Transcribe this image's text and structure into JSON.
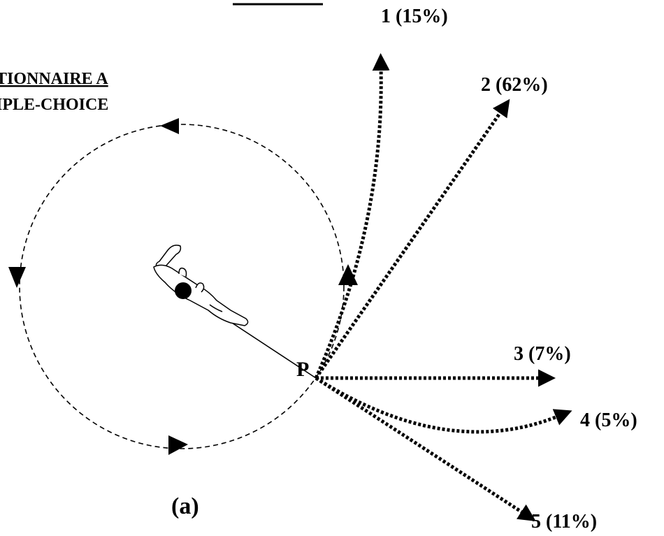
{
  "header": {
    "line1": "TIONNAIRE A",
    "line2": "IPLE-CHOICE"
  },
  "point_label": "P",
  "panel_label": "(a)",
  "choices": [
    {
      "label": "1 (15%)"
    },
    {
      "label": "2 (62%)"
    },
    {
      "label": "3 (7%)"
    },
    {
      "label": "4 (5%)"
    },
    {
      "label": "5 (11%)"
    }
  ],
  "colors": {
    "ink": "#000000",
    "paper": "#ffffff"
  }
}
